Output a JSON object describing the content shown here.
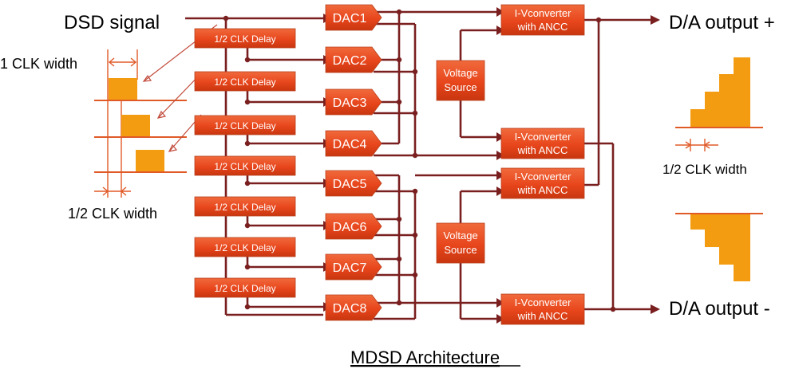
{
  "labels": {
    "input": "DSD signal",
    "output_plus": "D/A output +",
    "output_minus": "D/A output -",
    "clk_width_1": "1 CLK width",
    "half_clk_width_left": "1/2 CLK width",
    "half_clk_width_right": "1/2 CLK width",
    "caption": "MDSD Architecture"
  },
  "delay_label": "1/2 CLK Delay",
  "dacs": [
    "DAC1",
    "DAC2",
    "DAC3",
    "DAC4",
    "DAC5",
    "DAC6",
    "DAC7",
    "DAC8"
  ],
  "voltage_source": {
    "line1": "Voltage",
    "line2": "Source"
  },
  "iv_converter": {
    "line1": "I-Vconverter",
    "line2": "with ANCC"
  },
  "colors": {
    "block_fill": "#e8461c",
    "wire": "#7a1f1f",
    "waveform": "#f39c12",
    "baseline": "#e05a28"
  }
}
